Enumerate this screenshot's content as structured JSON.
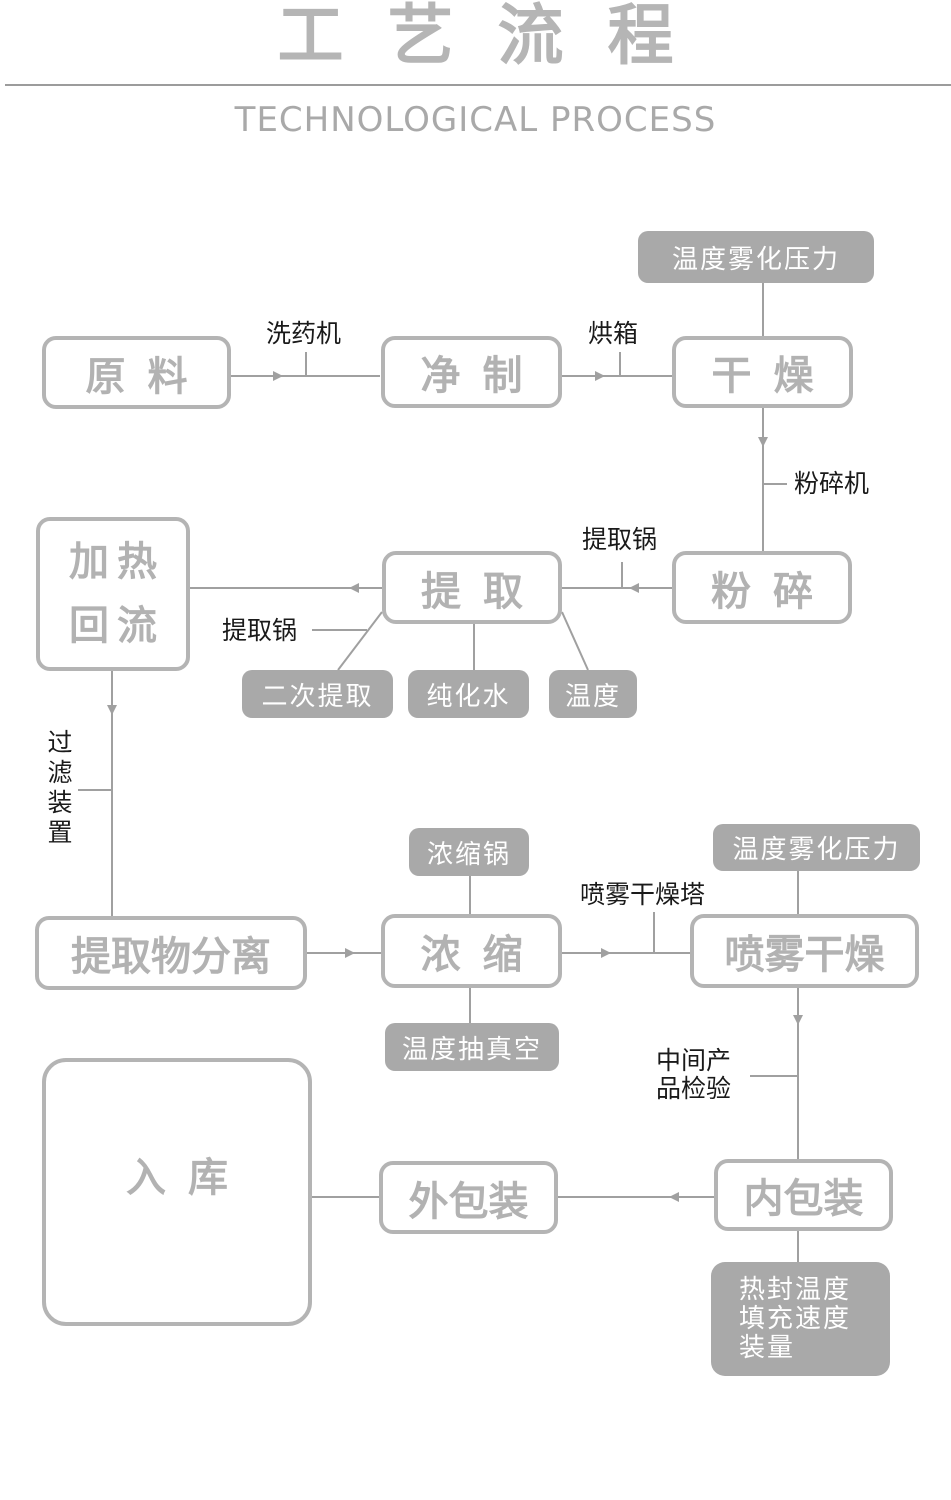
{
  "header": {
    "title": "工艺流程",
    "subtitle": "TECHNOLOGICAL PROCESS"
  },
  "stages": {
    "raw_material": "原料",
    "purify": "净制",
    "dry": "干燥",
    "crush": "粉碎",
    "extract": "提取",
    "heat_reflux_line1": "加热",
    "heat_reflux_line2": "回流",
    "separation": "提取物分离",
    "concentrate": "浓缩",
    "spray_dry": "喷雾干燥",
    "inner_pack": "内包装",
    "outer_pack": "外包装",
    "storage": "入库"
  },
  "params": {
    "dry_params": "温度雾化压力",
    "secondary_extract": "二次提取",
    "pure_water": "纯化水",
    "temperature": "温度",
    "conc_pot": "浓缩锅",
    "vacuum": "温度抽真空",
    "spray_params": "温度雾化压力",
    "pack_params_line1": "热封温度",
    "pack_params_line2": "填充速度",
    "pack_params_line3": "装量"
  },
  "equipment": {
    "washer": "洗药机",
    "oven": "烘箱",
    "crusher": "粉碎机",
    "extract_pot_top": "提取锅",
    "extract_pot_left": "提取锅",
    "filter": "过滤装置",
    "spray_tower": "喷雾干燥塔",
    "inspection_line1": "中间产",
    "inspection_line2": "品检验"
  },
  "colors": {
    "stage_border": "#b4b4b4",
    "stage_text": "#b2b2b2",
    "pill_fill": "#a9a9a9",
    "connector": "#a0a0a0",
    "label_text": "#1a1a1a"
  }
}
